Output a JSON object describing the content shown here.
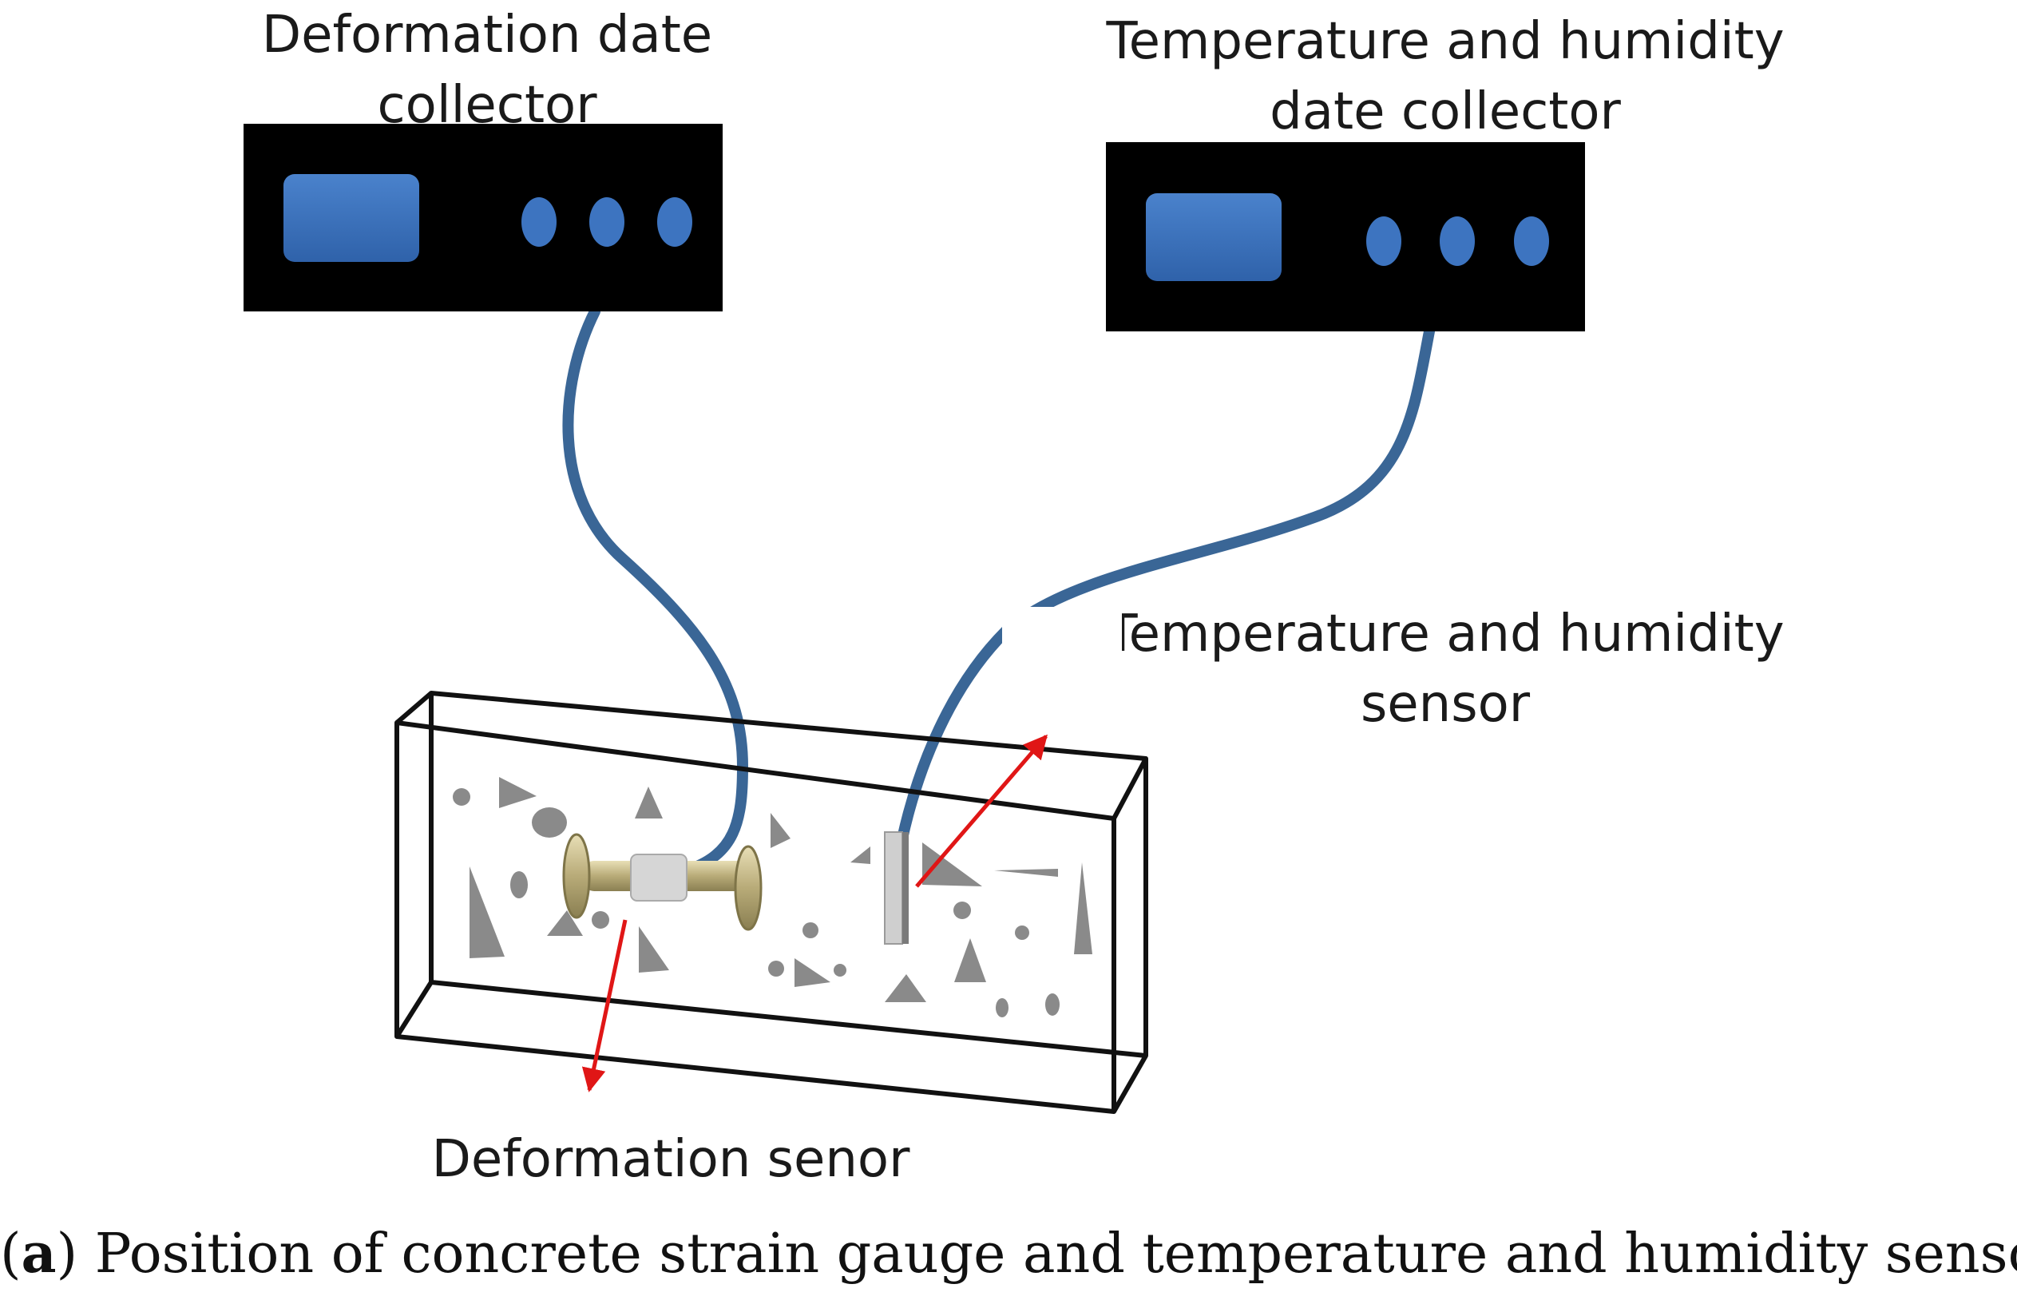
{
  "labels": {
    "deformation_collector_line1": "Deformation date",
    "deformation_collector_line2": "collector",
    "th_collector_line1": "Temperature and humidity",
    "th_collector_line2": "date collector",
    "th_sensor_line1": "Temperature and humidity",
    "th_sensor_line2": "sensor",
    "deformation_sensor": "Deformation senor"
  },
  "caption": {
    "open_paren": "(",
    "letter": "a",
    "close_paren": ")",
    "text": " Position of concrete strain gauge and temperature and humidity sensor"
  },
  "colors": {
    "device_body": "#000000",
    "display": "#3d74c0",
    "cable": "#3a6696",
    "arrow": "#e01616",
    "aggregate": "#8a8a8a",
    "gauge_body": "#c8bd8e",
    "box_edge": "#111111"
  },
  "icons": {
    "device_display": "rounded-rectangle",
    "device_buttons": "ellipse",
    "arrow": "arrow-line"
  }
}
